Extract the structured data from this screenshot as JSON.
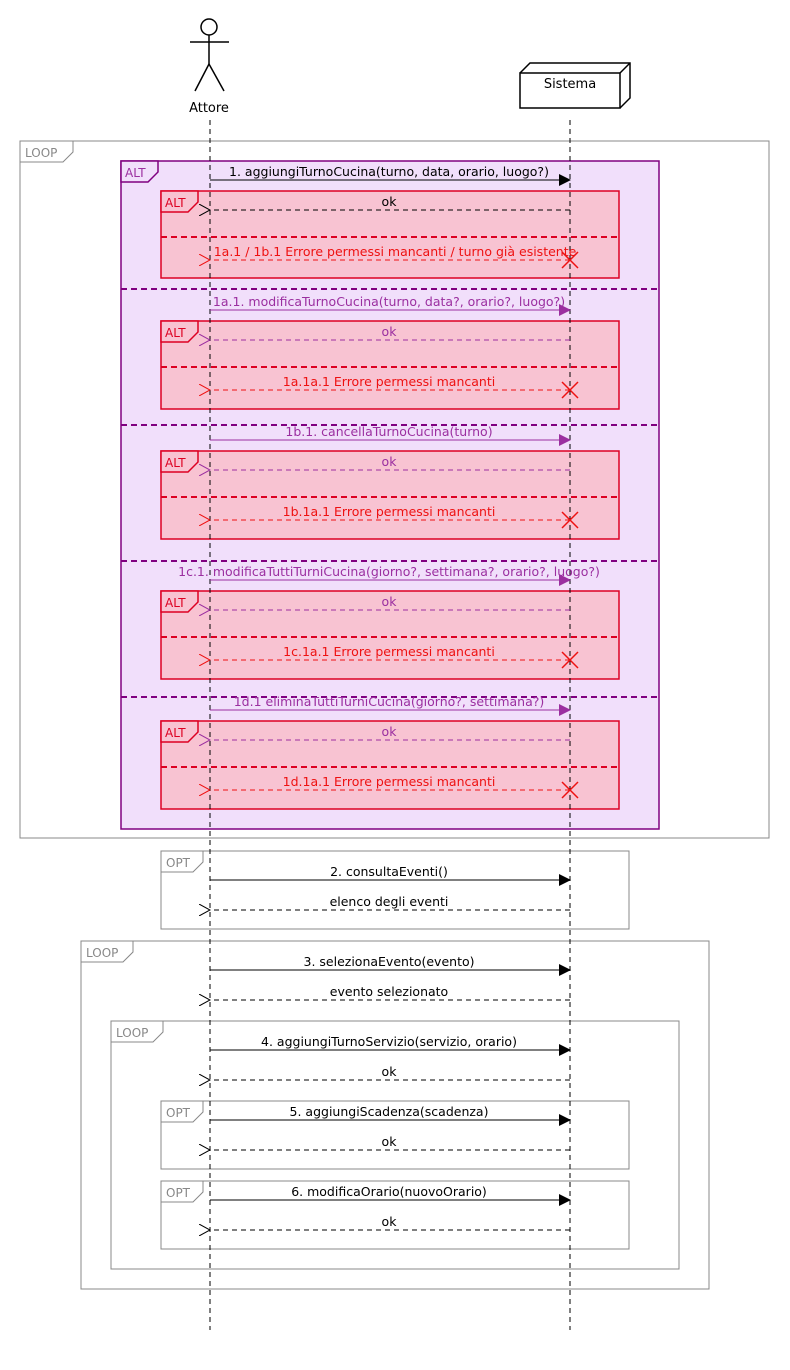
{
  "colors": {
    "black": "#000000",
    "gray": "#888888",
    "alt_border": "#800080",
    "alt_fill": "#F1DFFB",
    "alt_text": "#9B2FA0",
    "inner_border": "#DD0022",
    "inner_fill": "#F8C3D2",
    "inner_text": "#EE1111"
  },
  "actors": {
    "attore": "Attore",
    "sistema": "Sistema"
  },
  "frames": {
    "loop1": "LOOP",
    "alt_main": "ALT",
    "alt1": "ALT",
    "alt2": "ALT",
    "alt3": "ALT",
    "alt4": "ALT",
    "alt5": "ALT",
    "opt1": "OPT",
    "loop2": "LOOP",
    "loop3": "LOOP",
    "opt2": "OPT",
    "opt3": "OPT"
  },
  "messages": {
    "m1": "1. aggiungiTurnoCucina(turno, data, orario, luogo?)",
    "m1_ok": "ok",
    "m1_err": "1a.1 / 1b.1 Errore permessi mancanti / turno già esistente",
    "m1a1": "1a.1. modificaTurnoCucina(turno, data?, orario?, luogo?)",
    "m1a1_ok": "ok",
    "m1a1_err": "1a.1a.1 Errore permessi mancanti",
    "m1b1": "1b.1. cancellaTurnoCucina(turno)",
    "m1b1_ok": "ok",
    "m1b1_err": "1b.1a.1 Errore permessi mancanti",
    "m1c1": "1c.1. modificaTuttiTurniCucina(giorno?, settimana?, orario?, luogo?)",
    "m1c1_ok": "ok",
    "m1c1_err": "1c.1a.1 Errore permessi mancanti",
    "m1d1": "1d.1 eliminaTuttiTurniCucina(giorno?, settimana?)",
    "m1d1_ok": "ok",
    "m1d1_err": "1d.1a.1 Errore permessi mancanti",
    "m2": "2. consultaEventi()",
    "m2_ret": "elenco degli eventi",
    "m3": "3. selezionaEvento(evento)",
    "m3_ret": "evento selezionato",
    "m4": "4. aggiungiTurnoServizio(servizio, orario)",
    "m4_ret": "ok",
    "m5": "5. aggiungiScadenza(scadenza)",
    "m5_ret": "ok",
    "m6": "6. modificaOrario(nuovoOrario)",
    "m6_ret": "ok"
  }
}
